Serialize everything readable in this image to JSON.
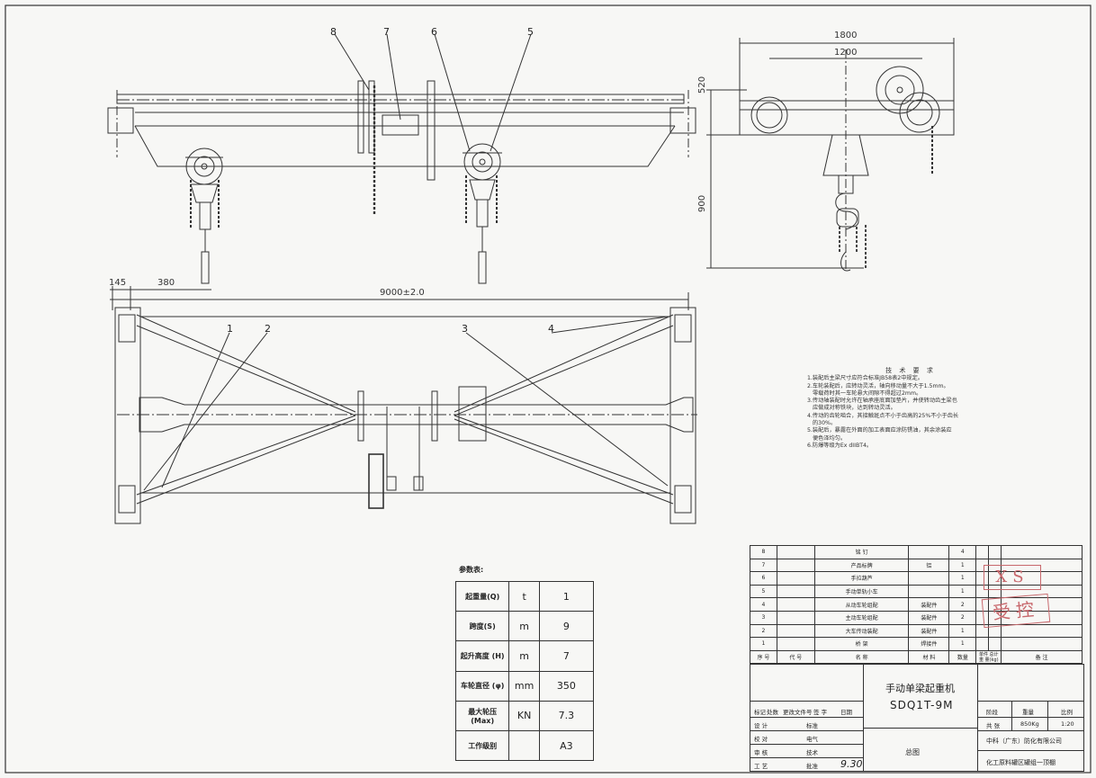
{
  "top_view": {
    "balloons": [
      "8",
      "7",
      "6",
      "5"
    ],
    "dims": {
      "a": "145",
      "b": "380",
      "span": "9000±2.0"
    }
  },
  "side_view": {
    "dims": {
      "w1": "1800",
      "w2": "1200",
      "h1": "520",
      "h2": "900"
    }
  },
  "plan_view": {
    "balloons": [
      "1",
      "2",
      "3",
      "4"
    ]
  },
  "tech_notes": {
    "heading": "技 术 要 求",
    "items": [
      "1.装配后主梁尺寸应符合标准JB58表2中规定。",
      "2.车轮装配后，应转动灵活，轴向移动量不大于1.5mm。",
      "零载荷时其一车轮悬大间隙不得超过2mm。",
      "3.传动轴装配时允许在轴承座底面加垫片，并使转动齿主梁也",
      "应做成对称铁块，达到转动灵活。",
      "4.传动的齿轮啮合，其接触斑点不小于齿高的25%不小于齿长",
      "的30%。",
      "5.装配后，暴露在外面的加工表面应涂防锈油，其余涂装应",
      "便色泽均匀。",
      "6.防爆等级为Ex dIIBT4。"
    ]
  },
  "param_table": {
    "title": "参数表:",
    "rows": [
      {
        "label": "起重量(Q)",
        "unit": "t",
        "value": "1"
      },
      {
        "label": "跨度(S)",
        "unit": "m",
        "value": "9"
      },
      {
        "label": "起升高度 (H)",
        "unit": "m",
        "value": "7"
      },
      {
        "label": "车轮直径 (φ)",
        "unit": "mm",
        "value": "350"
      },
      {
        "label": "最大轮压 (Max)",
        "unit": "KN",
        "value": "7.3"
      },
      {
        "label": "工作级别",
        "unit": "",
        "value": "A3"
      }
    ]
  },
  "bom": {
    "rows": [
      {
        "no": "8",
        "name": "铭 钉",
        "mat": "",
        "qty": "4"
      },
      {
        "no": "7",
        "name": "产品标牌",
        "mat": "铝",
        "qty": "1"
      },
      {
        "no": "6",
        "name": "手拉葫芦",
        "mat": "",
        "qty": "1"
      },
      {
        "no": "5",
        "name": "手动单轨小车",
        "mat": "",
        "qty": "1"
      },
      {
        "no": "4",
        "name": "从动车轮组配",
        "mat": "装配件",
        "qty": "2"
      },
      {
        "no": "3",
        "name": "主动车轮组配",
        "mat": "装配件",
        "qty": "2"
      },
      {
        "no": "2",
        "name": "大车传动装配",
        "mat": "装配件",
        "qty": "1"
      },
      {
        "no": "1",
        "name": "桥 架",
        "mat": "焊接件",
        "qty": "1"
      }
    ],
    "header": {
      "no": "序 号",
      "code": "代 号",
      "name": "名 称",
      "mat": "材 料",
      "qty": "数量",
      "weight_top": "单件 总计",
      "weight_bottom": "重 量(kg)",
      "note": "备 注"
    }
  },
  "stamp": {
    "line1": "XS",
    "line2": "受控"
  },
  "title_block": {
    "product": "手动单梁起重机",
    "model": "SDQ1T-9M",
    "drawing": "总图",
    "company": "中科（广东）防化有限公司",
    "project": "化工原料罐区罐组一顶棚",
    "labels": {
      "mark": "标记",
      "count": "处数",
      "change": "更改文件号",
      "sign": "签 字",
      "date": "日期",
      "design": "设 计",
      "standard": "标准",
      "check": "校 对",
      "elec": "电气",
      "review": "审 核",
      "tech": "技术",
      "craft": "工 艺",
      "approve": "批准",
      "stage": "阶段",
      "weight": "重量",
      "scale": "比例",
      "total": "共 张"
    },
    "weight": "850Kg",
    "scale": "1:20",
    "date_written": "9.30"
  }
}
